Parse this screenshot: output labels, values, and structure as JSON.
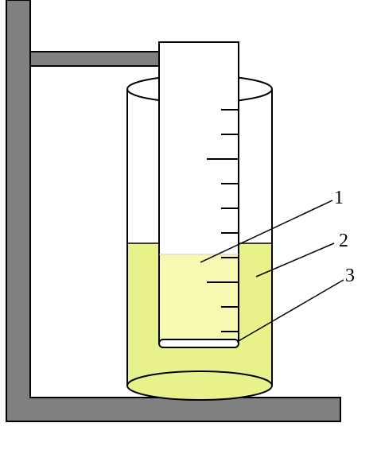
{
  "labels": {
    "one": "1",
    "two": "2",
    "three": "3"
  },
  "colors": {
    "stand": "#808080",
    "liquid_outer": "#e9f28a",
    "liquid_inner": "#f7f8b2",
    "outline": "#000000",
    "background": "#ffffff"
  },
  "tube_scale": {
    "tick_count": 10,
    "long_ticks": [
      2,
      7
    ]
  }
}
